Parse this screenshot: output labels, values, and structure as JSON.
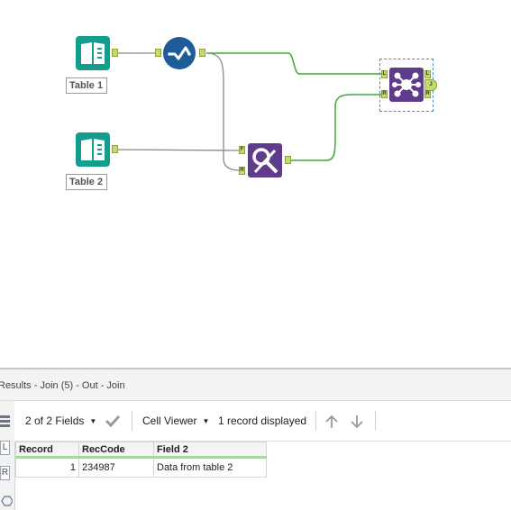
{
  "canvas": {
    "table1_label": "Table 1",
    "table2_label": "Table 2",
    "anchors": {
      "filter_true": "F",
      "filter_right": "R",
      "join_left_in": "L",
      "join_right_in": "R",
      "join_out_left": "L",
      "join_out_join": "J",
      "join_out_right": "R"
    },
    "colors": {
      "input_tool": "#139d8d",
      "select_tool": "#1d5b99",
      "join_tool": "#5f3b8c",
      "wire_connected": "#3aaa35",
      "wire_plain": "#8a8a8a"
    }
  },
  "results": {
    "title": "Results - Join (5) - Out - Join",
    "toolbar": {
      "fields_label": "2 of 2 Fields",
      "viewer_label": "Cell Viewer",
      "records_label": "1 record displayed"
    },
    "side_buttons": [
      "L",
      "R"
    ],
    "columns": [
      "Record",
      "RecCode",
      "Field 2"
    ],
    "rows": [
      [
        "1",
        "234987",
        "Data from table 2"
      ]
    ]
  }
}
